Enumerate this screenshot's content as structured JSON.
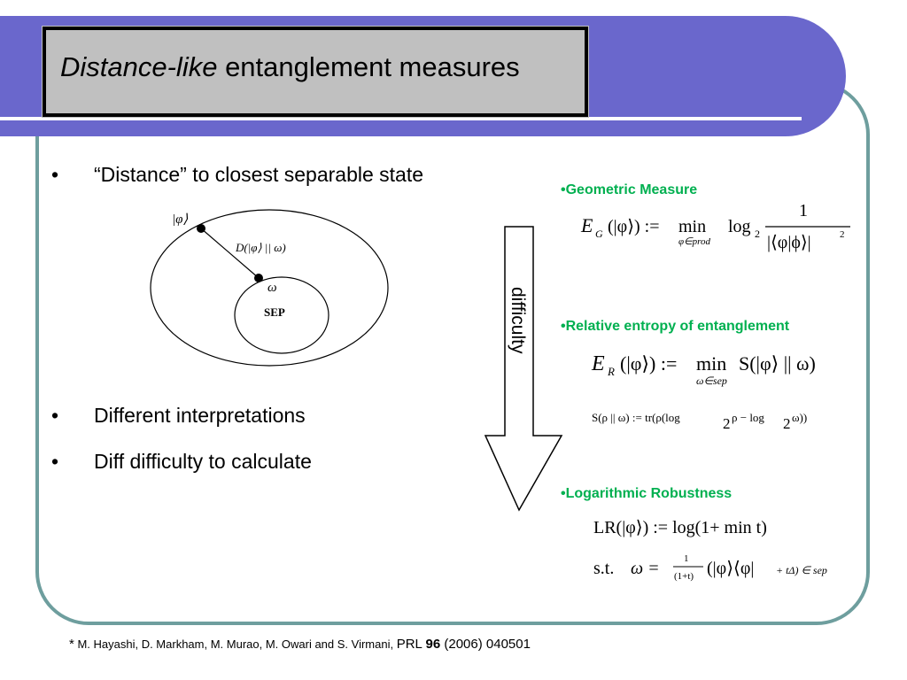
{
  "slide": {
    "title_italic": "Distance-like",
    "title_rest": " entanglement measures",
    "bullets": [
      {
        "marker": "•",
        "text": "“Distance” to closest separable state"
      },
      {
        "marker": "•",
        "text": "Different interpretations"
      },
      {
        "marker": "•",
        "text": "Diff difficulty to calculate"
      }
    ],
    "diagram": {
      "phi_label": "|φ⟩",
      "distance_label": "D(|φ⟩ || ω)",
      "omega_label": "ω",
      "sep_label": "SEP"
    },
    "arrow_label": "difficulty",
    "measures": [
      {
        "label": "•Geometric Measure",
        "lhs": "E",
        "lhs_sub": "G",
        "lhs_arg": "(|φ⟩) :=",
        "op": "min",
        "op_sub": "φ∈prod",
        "log": "log",
        "log_sub": "2",
        "frac_num": "1",
        "frac_den": "|⟨φ|ϕ⟩|",
        "frac_den_sup": "2"
      },
      {
        "label": "•Relative entropy of entanglement",
        "lhs": "E",
        "lhs_sub": "R",
        "lhs_arg": "(|φ⟩) :=",
        "op": "min",
        "op_sub": "ω∈sep",
        "rhs": "S(|φ⟩ || ω)",
        "def_line": "S(ρ || ω) := tr(ρ(log",
        "def_sub1": "2",
        "def_mid": " ρ − log",
        "def_sub2": "2",
        "def_end": " ω))"
      },
      {
        "label": "•Logarithmic Robustness",
        "line1": "LR(|φ⟩) := log(1+ min t)",
        "line2_st": "s.t.",
        "line2_omega": "ω =",
        "line2_num": "1",
        "line2_den": "(1+t)",
        "line2_rest": "(|φ⟩⟨φ|",
        "line2_small": "+ tΔ) ∈ sep"
      }
    ],
    "footnote": {
      "star": "*",
      "authors": " M. Hayashi, D. Markham, M. Murao, M. Owari and S. Virmani, ",
      "journal": "PRL ",
      "volume": "96",
      "year_page": " (2006) 040501"
    },
    "colors": {
      "header": "#6a67cc",
      "frame": "#6e9e9e",
      "title_box": "#c0c0c0",
      "green": "#00b050"
    }
  }
}
